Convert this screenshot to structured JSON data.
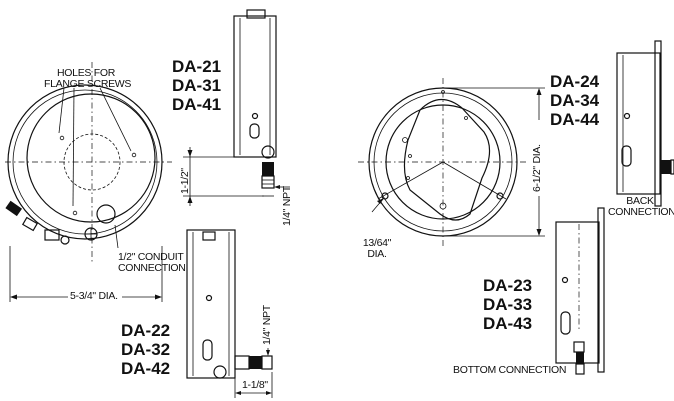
{
  "models": {
    "top_left": [
      "DA-21",
      "DA-31",
      "DA-41"
    ],
    "bottom_left": [
      "DA-22",
      "DA-32",
      "DA-42"
    ],
    "top_right": [
      "DA-24",
      "DA-34",
      "DA-44"
    ],
    "bottom_right": [
      "DA-23",
      "DA-33",
      "DA-43"
    ]
  },
  "annotations": {
    "holes_line1": "HOLES FOR",
    "holes_line2": "FLANGE SCREWS",
    "conduit_line1": "1/2\" CONDUIT",
    "conduit_line2": "CONNECTION",
    "dia_front": "5-3/4\" DIA.",
    "dim_1_1_2": "1-1/2\"",
    "npt_top": "1/4\" NPT",
    "npt_bottom": "1/4\" NPT",
    "dim_1_1_8": "1-1/8\"",
    "dia_back": "6-1/2\" DIA.",
    "hole_dia_line1": "13/64\"",
    "hole_dia_line2": "DIA.",
    "back_conn_line1": "BACK",
    "back_conn_line2": "CONNECTION",
    "bottom_conn": "BOTTOM CONNECTION"
  }
}
